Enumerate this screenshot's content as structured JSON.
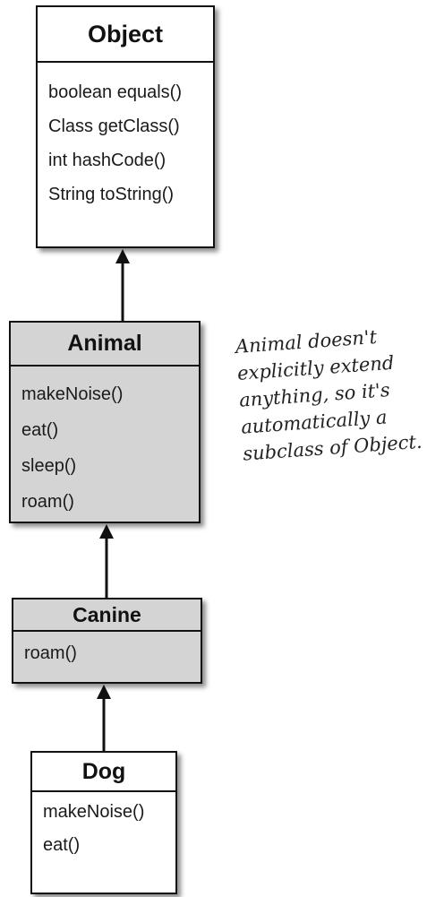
{
  "classes": {
    "object": {
      "name": "Object",
      "methods": [
        "boolean equals()",
        "Class getClass()",
        "int hashCode()",
        "String toString()"
      ]
    },
    "animal": {
      "name": "Animal",
      "methods": [
        "makeNoise()",
        "eat()",
        "sleep()",
        "roam()"
      ]
    },
    "canine": {
      "name": "Canine",
      "methods": [
        "roam()"
      ]
    },
    "dog": {
      "name": "Dog",
      "methods": [
        "makeNoise()",
        "eat()"
      ]
    }
  },
  "note": {
    "lines": [
      "Animal doesn't",
      "explicitly extend",
      "anything, so it's",
      "automatically a",
      "subclass of Object."
    ]
  },
  "colors": {
    "shaded_box": "#d4d4d4",
    "plain_box": "#ffffff",
    "line": "#111111"
  }
}
